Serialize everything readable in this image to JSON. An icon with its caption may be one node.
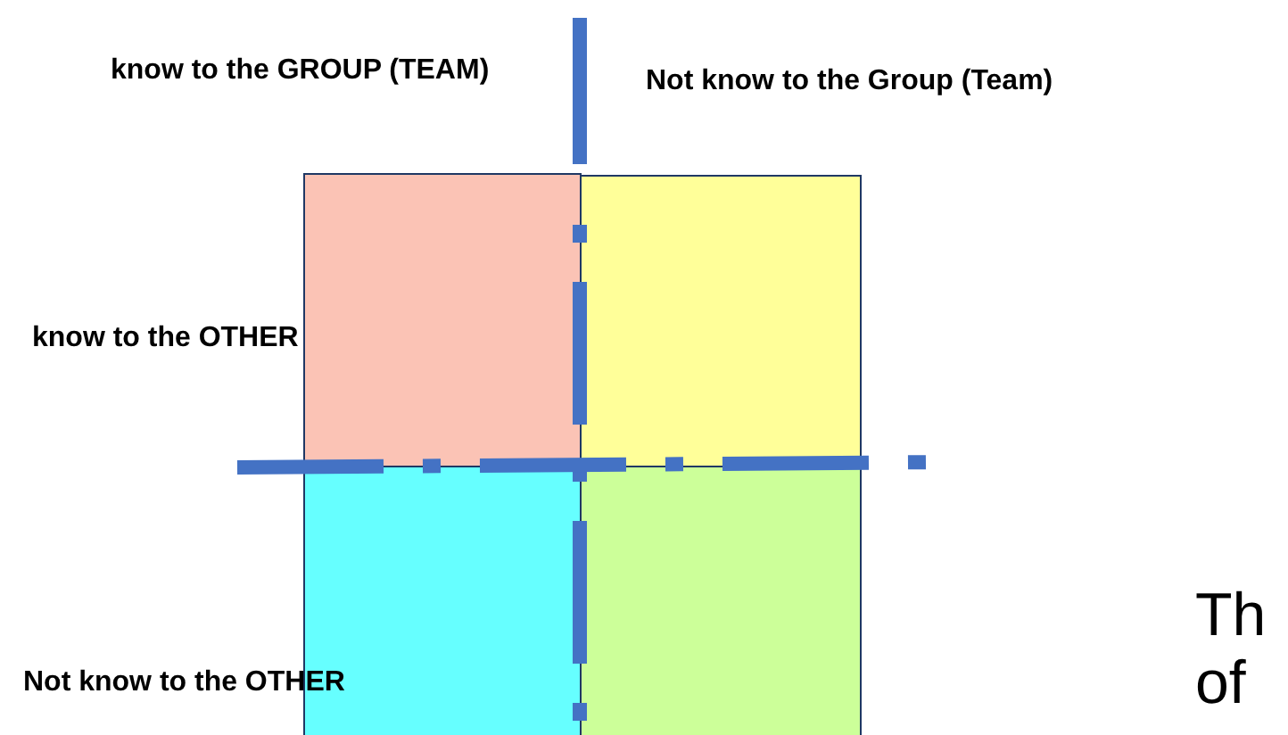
{
  "diagram": {
    "nodes": [
      {
        "text": [],
        "shape": "box"
      },
      {
        "text": [],
        "shape": "box"
      },
      {
        "text": [],
        "shape": "box"
      },
      {
        "text": [],
        "shape": "box"
      }
    ],
    "labels": [
      "know to the GROUP (TEAM)",
      "Not know to the Group (Team)",
      "know to the OTHER",
      "Not know to the OTHER",
      "Th",
      "of"
    ]
  }
}
